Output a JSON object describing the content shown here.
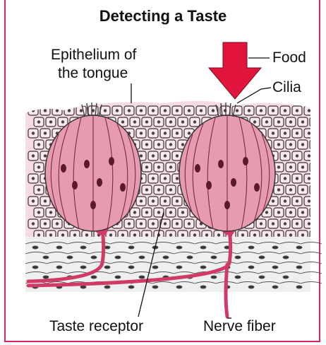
{
  "title": "Detecting a Taste",
  "labels": {
    "epithelium": "Epithelium of",
    "epithelium_line2": "the tongue",
    "food": "Food",
    "cilia": "Cilia",
    "taste_receptor": "Taste receptor",
    "nerve_fiber": "Nerve fiber"
  },
  "colors": {
    "frame": "#d8265a",
    "arrow": "#e0143c",
    "bud_fill": "#e79bb0",
    "bud_dark": "#c2476a",
    "cell_fill": "#f7dbe3",
    "nerve": "#e04070"
  }
}
